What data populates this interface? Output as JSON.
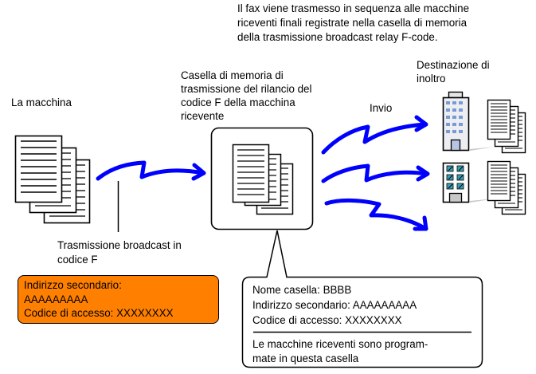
{
  "header": {
    "description_lines": [
      "Il fax viene trasmesso in sequenza alle macchine",
      "riceventi finali registrate nella casella di memoria",
      "della trasmissione broadcast relay F-code."
    ]
  },
  "sender": {
    "label": "La macchina",
    "icon": "document-stack-icon"
  },
  "transmission": {
    "label_lines": [
      "Trasmissione broadcast in",
      "codice F"
    ],
    "arrow_color": "#0000ff"
  },
  "relay_box": {
    "label_lines": [
      "Casella di memoria di",
      "trasmissione del rilancio del",
      "codice F della macchina",
      "ricevente"
    ],
    "icon": "document-stack-icon"
  },
  "send": {
    "label": "Invio"
  },
  "destination": {
    "label_lines": [
      "Destinazione di",
      "inoltro"
    ],
    "icons": [
      "office-building-icon",
      "office-building-icon"
    ]
  },
  "sender_info": {
    "color": "#ff8000",
    "lines": [
      "Indirizzo secondario:",
      "AAAAAAAAA",
      "Codice di accesso: XXXXXXXX"
    ]
  },
  "box_info": {
    "lines": [
      "Nome casella: BBBB",
      "Indirizzo secondario: AAAAAAAAA",
      "Codice di accesso: XXXXXXXX"
    ],
    "note_lines": [
      "Le macchine riceventi sono program-",
      "mate in questa casella"
    ]
  }
}
